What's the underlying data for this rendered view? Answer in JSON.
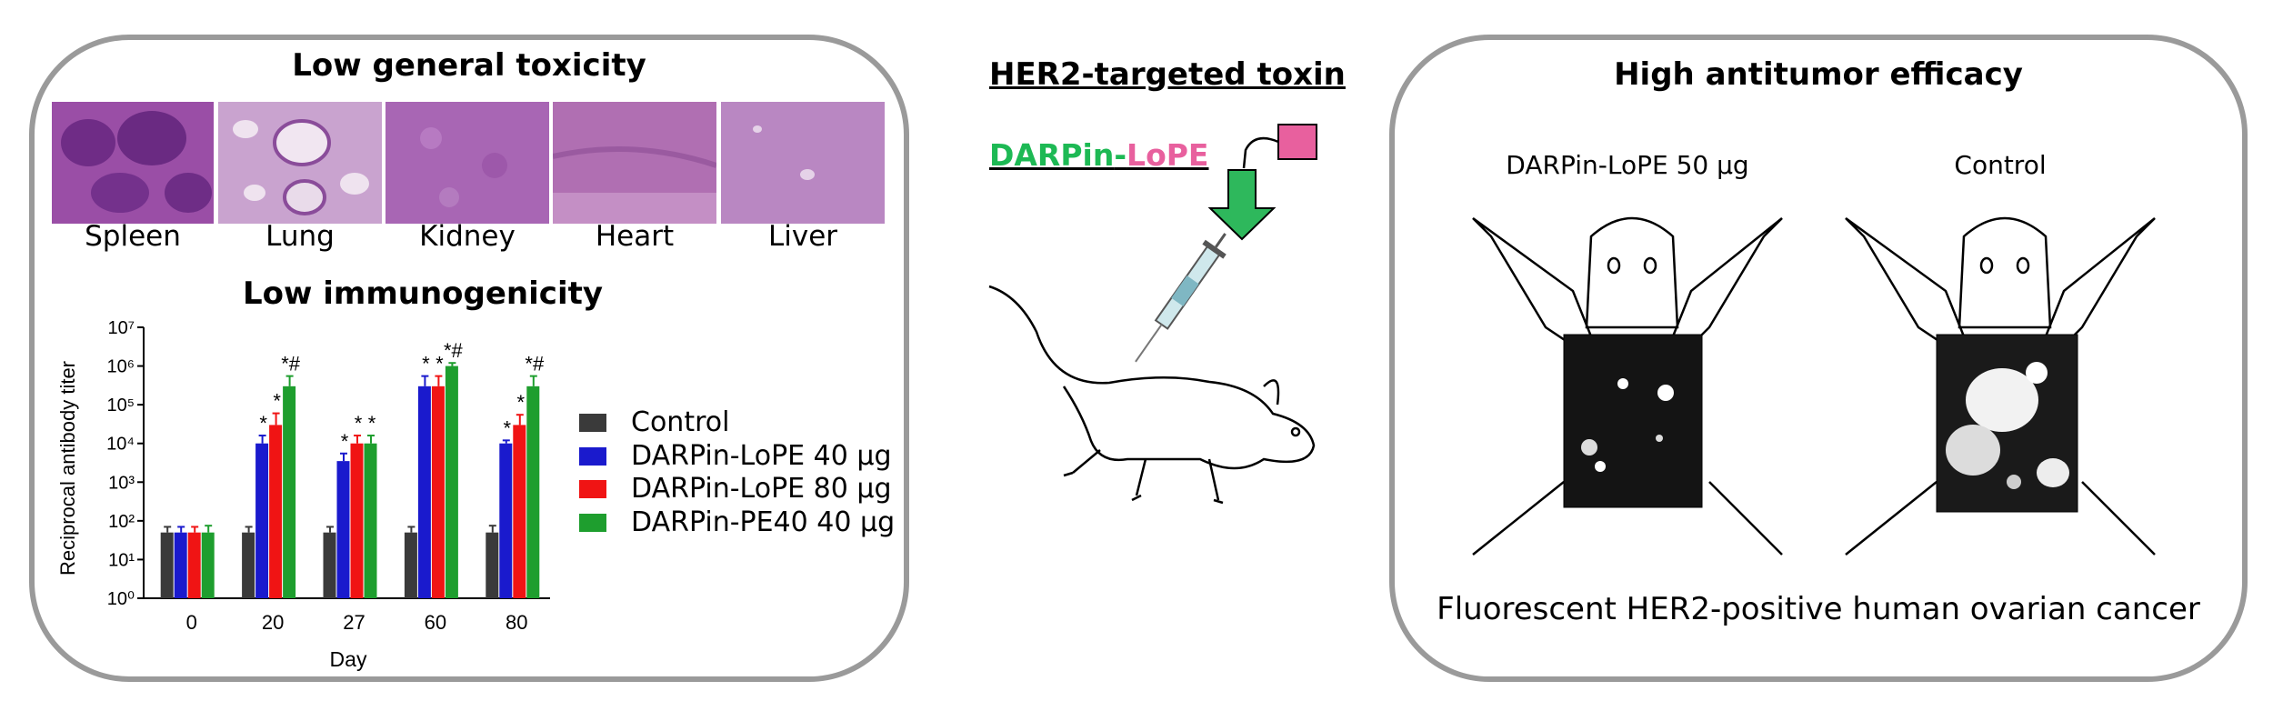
{
  "left_panel": {
    "title": "Low general toxicity",
    "tissues": [
      "Spleen",
      "Lung",
      "Kidney",
      "Heart",
      "Liver"
    ],
    "chart_title": "Low immunogenicity"
  },
  "middle": {
    "title": "HER2-targeted toxin",
    "construct": {
      "part1": "DARPin",
      "separator": "-",
      "part2": "LoPE"
    },
    "colors": {
      "darpin": "#1db954",
      "lope": "#e8609e"
    }
  },
  "right_panel": {
    "title": "High antitumor efficacy",
    "mouse1_label": "DARPin-LoPE 50 μg",
    "mouse2_label": "Control",
    "caption": "Fluorescent HER2-positive human ovarian cancer"
  },
  "chart_data": {
    "type": "bar",
    "title": "Low immunogenicity",
    "xlabel": "Day",
    "ylabel": "Reciprocal antibody titer",
    "yscale": "log",
    "ylim": [
      1,
      10000000
    ],
    "yticks": [
      "10⁰",
      "10¹",
      "10²",
      "10³",
      "10⁴",
      "10⁵",
      "10⁶",
      "10⁷"
    ],
    "categories": [
      "0",
      "20",
      "27",
      "60",
      "80"
    ],
    "series": [
      {
        "name": "Control",
        "color": "#3a3a3a",
        "values": [
          50,
          50,
          50,
          50,
          50
        ],
        "errors": [
          70,
          70,
          70,
          70,
          75
        ],
        "annotations": [
          "",
          "",
          "",
          "",
          ""
        ]
      },
      {
        "name": "DARPin-LoPE 40 μg",
        "color": "#1a1acd",
        "values": [
          50,
          10000,
          3500,
          300000,
          10000
        ],
        "errors": [
          70,
          16000,
          5500,
          550000,
          12000
        ],
        "annotations": [
          "",
          "*",
          "*",
          "*",
          "*"
        ]
      },
      {
        "name": "DARPin-LoPE 80 μg",
        "color": "#f01414",
        "values": [
          50,
          30000,
          10000,
          300000,
          30000
        ],
        "errors": [
          70,
          60000,
          16000,
          550000,
          55000
        ],
        "annotations": [
          "",
          "*",
          "*",
          "*",
          "*"
        ]
      },
      {
        "name": "DARPin-PE40 40 μg",
        "color": "#1e9e2e",
        "values": [
          50,
          300000,
          10000,
          1000000,
          300000
        ],
        "errors": [
          75,
          550000,
          16000,
          1200000,
          550000
        ],
        "annotations": [
          "",
          "*#",
          "*",
          "*#",
          "*#"
        ]
      }
    ],
    "legend_position": "right"
  }
}
